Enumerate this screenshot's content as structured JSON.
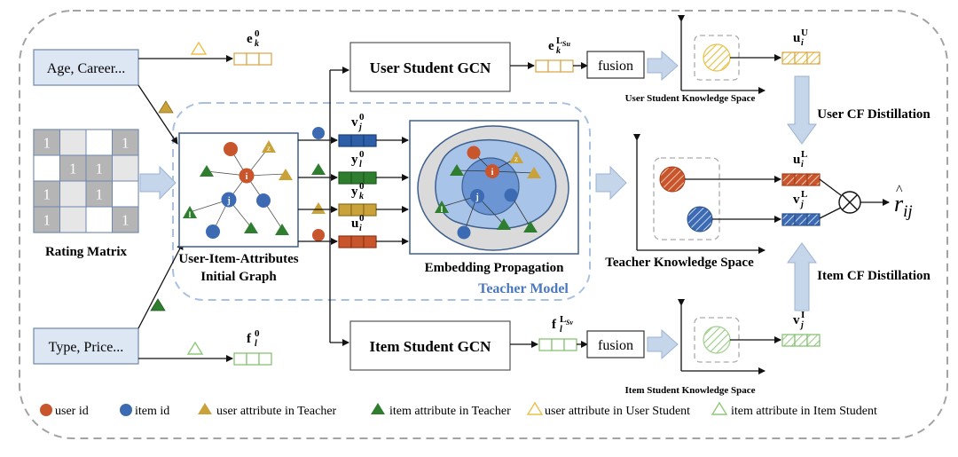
{
  "inputs": {
    "user_attrs": "Age, Career...",
    "item_attrs": "Type, Price..."
  },
  "rating_matrix": {
    "label": "Rating Matrix",
    "cell_value": "1"
  },
  "graph": {
    "title_line1": "User-Item-Attributes",
    "title_line2": "Initial Graph",
    "node_user": "i",
    "node_item": "j",
    "node_user_attr": "z",
    "node_item_attr": "l"
  },
  "teacher": {
    "propagation_label": "Embedding Propagation",
    "model_label": "Teacher Model",
    "knowledge_space": "Teacher Knowledge Space"
  },
  "embeddings": {
    "e_k0": {
      "base": "e",
      "sub": "k",
      "sup": "0"
    },
    "v_j0": {
      "base": "v",
      "sub": "j",
      "sup": "0"
    },
    "y_l0": {
      "base": "y",
      "sub": "l",
      "sup": "0"
    },
    "y_k0": {
      "base": "y",
      "sub": "k",
      "sup": "0"
    },
    "u_i0": {
      "base": "u",
      "sub": "i",
      "sup": "0"
    },
    "f_l0": {
      "base": "f",
      "sub": "l",
      "sup": "0"
    },
    "e_k_LSu": {
      "base": "e",
      "sub": "k",
      "sup": "L",
      "sup_sub": "Su"
    },
    "f_l_LSv": {
      "base": "f",
      "sub": "l",
      "sup": "L",
      "sup_sub": "Sv"
    },
    "u_iU": {
      "base": "u",
      "sub": "i",
      "sup": "U"
    },
    "u_iL": {
      "base": "u",
      "sub": "i",
      "sup": "L"
    },
    "v_jL": {
      "base": "v",
      "sub": "j",
      "sup": "L"
    },
    "v_jI": {
      "base": "v",
      "sub": "j",
      "sup": "I"
    }
  },
  "user_student": {
    "gcn_label": "User Student GCN",
    "fusion_label": "fusion",
    "knowledge_space": "User Student Knowledge Space"
  },
  "item_student": {
    "gcn_label": "Item Student GCN",
    "fusion_label": "fusion",
    "knowledge_space": "Item Student Knowledge Space"
  },
  "distillation": {
    "user_cf": "User CF Distillation",
    "item_cf": "Item CF Distillation"
  },
  "output": {
    "base": "r",
    "sub": "ij",
    "accent": "^"
  },
  "legend": {
    "user_id": "user id",
    "item_id": "item id",
    "user_attr_teacher": "user attribute in Teacher",
    "item_attr_teacher": "item attribute in Teacher",
    "user_attr_user_student": "user attribute in User Student",
    "item_attr_item_student": "item attribute in Item Student"
  },
  "colors": {
    "user": "#c8552b",
    "item": "#3d6bb3",
    "user_attr": "#c9a23a",
    "item_attr": "#2f7d2f",
    "user_student_attr": "#e8c24c",
    "item_student_attr": "#8fc97a",
    "arrow_fill": "#c5d5ea",
    "teacher_dash": "#a9c1e0",
    "frame": "#999999"
  }
}
